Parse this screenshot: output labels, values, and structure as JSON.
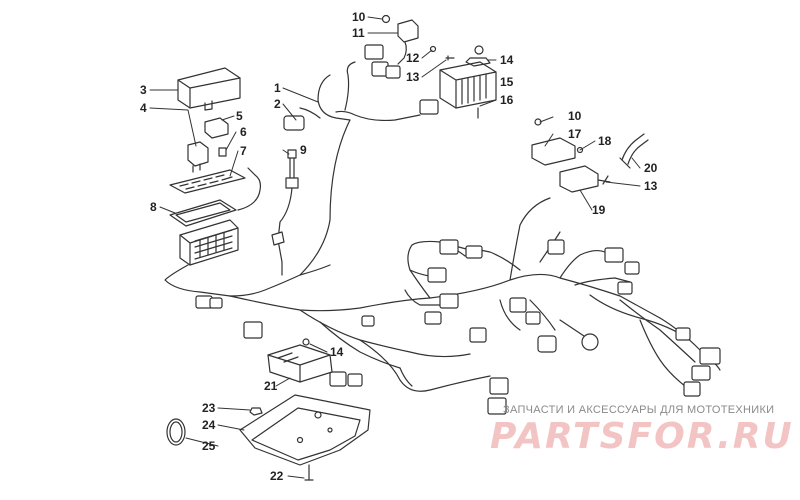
{
  "diagram": {
    "callouts": [
      {
        "id": "c1",
        "text": "1"
      },
      {
        "id": "c2",
        "text": "2"
      },
      {
        "id": "c3",
        "text": "3"
      },
      {
        "id": "c4",
        "text": "4"
      },
      {
        "id": "c5",
        "text": "5"
      },
      {
        "id": "c6",
        "text": "6"
      },
      {
        "id": "c7",
        "text": "7"
      },
      {
        "id": "c8",
        "text": "8"
      },
      {
        "id": "c9",
        "text": "9"
      },
      {
        "id": "c10a",
        "text": "10"
      },
      {
        "id": "c11",
        "text": "11"
      },
      {
        "id": "c12",
        "text": "12"
      },
      {
        "id": "c13a",
        "text": "13"
      },
      {
        "id": "c14a",
        "text": "14"
      },
      {
        "id": "c15",
        "text": "15"
      },
      {
        "id": "c16",
        "text": "16"
      },
      {
        "id": "c10b",
        "text": "10"
      },
      {
        "id": "c17",
        "text": "17"
      },
      {
        "id": "c18",
        "text": "18"
      },
      {
        "id": "c20",
        "text": "20"
      },
      {
        "id": "c13b",
        "text": "13"
      },
      {
        "id": "c19",
        "text": "19"
      },
      {
        "id": "c14b",
        "text": "14"
      },
      {
        "id": "c21",
        "text": "21"
      },
      {
        "id": "c23",
        "text": "23"
      },
      {
        "id": "c24",
        "text": "24"
      },
      {
        "id": "c25",
        "text": "25"
      },
      {
        "id": "c22",
        "text": "22"
      }
    ]
  },
  "watermark": {
    "subtitle": "ЗАПЧАСТИ И АКСЕССУАРЫ ДЛЯ МОТОТЕХНИКИ",
    "brand": "PARTSFOR.RU"
  },
  "colors": {
    "line": "#333333",
    "watermark_brand": "#f3c4c4"
  }
}
